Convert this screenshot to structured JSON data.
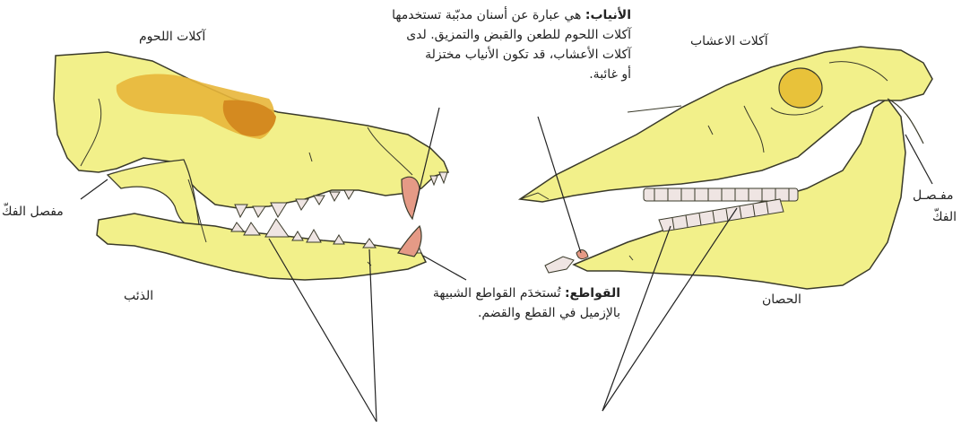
{
  "colors": {
    "bone": "#f2f08a",
    "bone_outline": "#3a3a2a",
    "eye_patch": "#e0a020",
    "canine": "#e59a86",
    "tooth": "#efe5e3",
    "line": "#222222"
  },
  "labels": {
    "carnivores": "آكلات اللحوم",
    "herbivores": "آكلات الاعشاب",
    "wolf": "الذئب",
    "horse": "الحصان",
    "jaw_joint_left": "مفصل الفكّ",
    "jaw_joint_right_line1": "مفـصـل",
    "jaw_joint_right_line2": "الفكّ"
  },
  "canines_note": {
    "term": "الأنياب:",
    "line1": "هي عبارة عن أسنان مدبّبة تستخدمها",
    "line2": "آكلات اللحوم للطعن والقبض والتمزيق. لدى",
    "line3": "آكلات الأعشاب، قد تكون الأنياب مختزلة",
    "line4": "أو غائبة."
  },
  "incisors_note": {
    "term": "القواطع:",
    "line1": "تُستخدَم القواطع الشبيهة",
    "line2": "بالإزميل في القطع والقضم."
  }
}
